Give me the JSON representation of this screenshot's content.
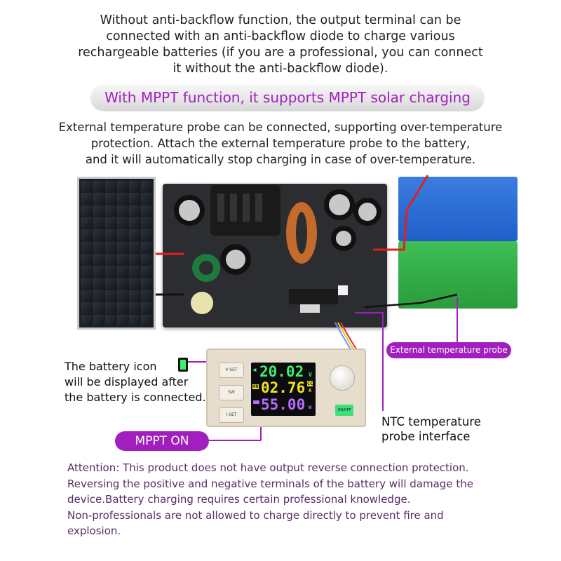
{
  "intro": {
    "lines": [
      "Without anti-backflow function, the output terminal can be",
      "connected with an anti-backflow diode to charge various",
      "rechargeable batteries (if you are a professional, you can connect",
      "it without the anti-backflow diode)."
    ]
  },
  "mppt_banner": "With MPPT function, it supports MPPT solar charging",
  "temperature_text": {
    "lines": [
      "External temperature probe can be connected, supporting over-temperature",
      "protection. Attach the external temperature probe to the battery,",
      "and it will automatically stop charging in case of over-temperature."
    ]
  },
  "module": {
    "buttons": [
      "V-SET",
      "SW",
      "I-SET"
    ],
    "voltage": "20.02",
    "voltage_unit": "V",
    "on_indicator": "ON",
    "current": "02.76",
    "current_mode": "CC",
    "current_unit": "A",
    "power": "55.00",
    "power_unit": "W",
    "onoff_label": "ON/OFF"
  },
  "labels": {
    "external_probe": "External temperature probe",
    "battery_icon": [
      "The battery icon",
      "will be displayed after",
      "the battery is connected."
    ],
    "mppt_on": "MPPT ON",
    "ntc": [
      "NTC temperature",
      "probe interface"
    ]
  },
  "attention": {
    "lines": [
      "Attention: This product does not have output reverse connection protection.",
      "Reversing the positive and negative terminals of the battery will damage the",
      "device.Battery charging requires certain professional knowledge.",
      "Non-professionals are not allowed to charge directly to prevent fire and",
      "explosion."
    ]
  },
  "colors": {
    "accent_purple": "#a11fbf",
    "attention_text": "#5a2a66",
    "lcd_green": "#3df06a",
    "lcd_yellow": "#f2e21d",
    "lcd_purple": "#b56cff"
  }
}
